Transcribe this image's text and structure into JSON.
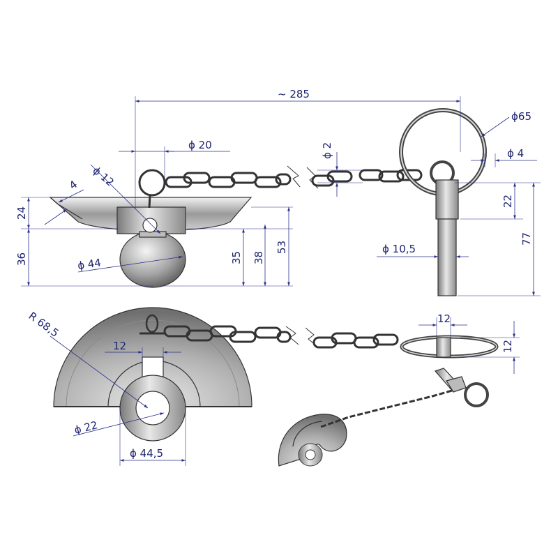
{
  "dimensions": {
    "overall_length": "~ 285",
    "ring_dia": "ϕ65",
    "pin_dia": "ϕ 4",
    "pin_top": "ϕ 20",
    "wire_dia": "ϕ 2",
    "cap_22": "22",
    "shaft_dia": "ϕ 10,5",
    "pin_len": "77",
    "rim_4": "4",
    "hole_12": "ϕ 12",
    "h_24": "24",
    "h_36": "36",
    "ball_dia": "ϕ 44",
    "h_35": "35",
    "h_38": "38",
    "h_53": "53",
    "radius": "R 68,5",
    "slot_12": "12",
    "bore_dia": "ϕ 22",
    "outer_dia": "ϕ 44,5",
    "clip_w": "12",
    "clip_h": "12"
  }
}
